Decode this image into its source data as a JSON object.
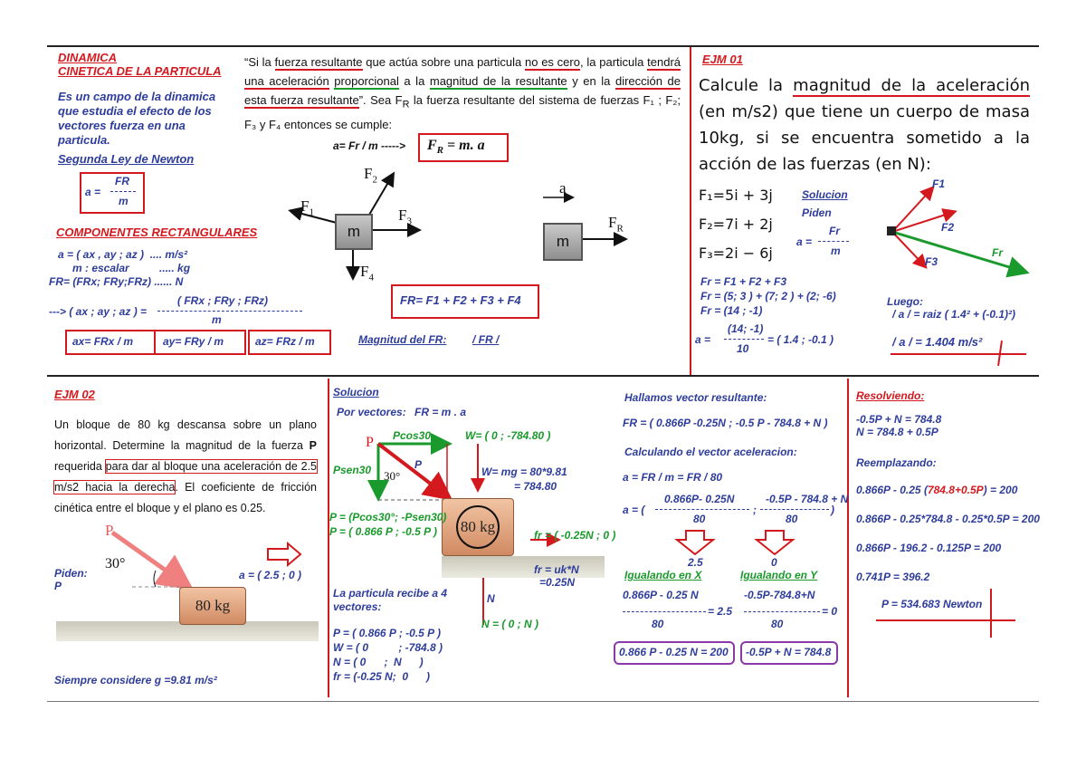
{
  "top": {
    "title1": "DINAMICA",
    "title2": "CINETICA DE LA PARTICULA",
    "desc": "Es un campo de la dinamica que estudia el efecto de los vectores fuerza en una particula.",
    "newton_title": "Segunda Ley de Newton",
    "newton_formula_num": "FR",
    "newton_formula_lhs": "a =",
    "newton_formula_den": "m",
    "comp_title": "COMPONENTES RECTANGULARES",
    "comp_line1": "a = ( ax , ay ; az )  .... m/s²",
    "comp_line2": "m : escalar          ..... kg",
    "comp_line3": "FR= (FRx; FRy;FRz) ...... N",
    "comp_line4_lhs": "---> ( ax ; ay ; az ) =",
    "comp_line4_num": "( FRx ; FRy ; FRz)",
    "comp_line4_den": "m",
    "ax": "ax= FRx / m",
    "ay": "ay= FRy / m",
    "az": "az= FRz / m",
    "quote_p1": "“Si la ",
    "quote_u1": "fuerza resultante",
    "quote_p2": " que actúa sobre una particula ",
    "quote_u2": "no es cero",
    "quote_p3": ", la particula ",
    "quote_u3": "tendrá una aceleración",
    "quote_p4": " ",
    "quote_u4": "proporcional",
    "quote_p5": " a la ",
    "quote_u5": "magnitud de la resultante",
    "quote_p6": " y en la ",
    "quote_u6": "dirección de esta fuerza resultante",
    "quote_p7": "”. Sea F",
    "quote_p7_sub": "R",
    "quote_p8": " la fuerza resultante del sistema de fuerzas F",
    "quote_p8_tail": "₁ ; F₂; F₃ y F₄ entonces se cumple:",
    "a_eq": "a= Fr / m ----->",
    "fr_eq": "F",
    "fr_eq_sub": "R",
    "fr_eq_rhs": " = m. a",
    "mass_label": "m",
    "f1": "F",
    "f1s": "1",
    "f2": "F",
    "f2s": "2",
    "f3": "F",
    "f3s": "3",
    "f4": "F",
    "f4s": "4",
    "a_vec": "a",
    "fr_vec": "F",
    "fr_vecs": "R",
    "sum_eq": "FR= F1 + F2 + F3 + F4",
    "mag_label": "Magnitud del FR:",
    "mag_value": "/ FR /"
  },
  "ejm01": {
    "title": "EJM 01",
    "text_p1": "Calcule la ",
    "text_u1": "magnitud de la aceleración",
    "text_p2": " (en m/s2) que tiene un cuerpo de masa 10kg, si se encuentra sometido a la acción de las fuerzas (en N):",
    "f1": "F₁=5i + 3j",
    "f2": "F₂=7i + 2j",
    "f3": "F₃=2i − 6j",
    "sol": "Solucion",
    "piden": "Piden",
    "piden_num": "Fr",
    "piden_lhs": "a =",
    "piden_den": "m",
    "vF1": "F1",
    "vF2": "F2",
    "vF3": "F3",
    "vFr": "Fr",
    "calc1": "Fr = F1 + F2 + F3",
    "calc2": "Fr = (5; 3 ) + (7; 2 ) + (2; -6)",
    "calc3": "Fr = (14 ; -1)",
    "calc4_lhs": "a =",
    "calc4_num": "(14; -1)",
    "calc4_den": "10",
    "calc4_rhs": "= ( 1.4 ; -0.1 )",
    "luego": "Luego:",
    "luego_eq": "/ a / = raiz ( 1.4² + (-0.1)²)",
    "result": "/ a / = 1.404   m/s²"
  },
  "ejm02": {
    "title": "EJM 02",
    "text_p1": "Un bloque de 80 kg descansa sobre un plano horizontal. Determine la magnitud de la fuerza ",
    "text_b": "P",
    "text_p2": " requerida ",
    "text_box1": "para dar al bloque una aceleración de 2.5",
    "text_box2": "m/s2 hacia la derecha",
    "text_p3": ". El coeficiente de fricción cinética entre el bloque y el plano es 0.25.",
    "P": "P",
    "angle": "30°",
    "block": "80 kg",
    "a_label": "a = ( 2.5 ; 0 )",
    "piden": "Piden:",
    "piden_val": "P",
    "note": "Siempre considere g =9.81 m/s²"
  },
  "sol": {
    "title": "Solucion",
    "by_vectors": "Por vectores:",
    "by_vectors_eq": "FR = m .  a",
    "pcos": "Pcos30",
    "psen": "Psen30",
    "P": "P",
    "P2": "P",
    "ang": "30°",
    "W": "W= ( 0 ; -784.80 )",
    "Wmg1": "W= mg = 80*9.81",
    "Wmg2": "= 784.80",
    "block": "80 kg",
    "Pvec1": "P = (Pcos30°; -Psen30)",
    "Pvec2": "P = ( 0.866 P ; -0.5 P )",
    "fr": "fr = ( -0.25N ; 0 )",
    "fr_uk1": "fr = uk*N",
    "fr_uk2": "=0.25N",
    "N": "N",
    "Nvec": "N = ( 0 ; N )",
    "recibe": "La particula recibe a 4 vectores:",
    "v1": "P = ( 0.866 P ; -0.5 P )",
    "v2": "W = ( 0          ; -784.8 )",
    "v3": "N = ( 0      ;  N      )",
    "v4": "fr = (-0.25 N;  0      )"
  },
  "res": {
    "title1": "Hallamos vector resultante:",
    "fr_eq": "FR = ( 0.866P -0.25N  ; -0.5 P - 784.8 + N )",
    "title2": "Calculando el vector aceleracion:",
    "a_eq1": "a = FR / m = FR / 80",
    "a_lhs": "a = (",
    "a_num1": "0.866P- 0.25N",
    "a_den1": "80",
    "a_sep": ";",
    "a_num2": "-0.5P - 784.8 + N",
    "a_den2": "80",
    "a_end": ")",
    "val1": "2.5",
    "val2": "0",
    "igx": "Igualando en X",
    "igy": "Igualando en Y",
    "x_num": "0.866P - 0.25 N",
    "x_rhs": "= 2.5",
    "x_den": "80",
    "y_num": "-0.5P-784.8+N",
    "y_rhs": "= 0",
    "y_den": "80",
    "box1": "0.866 P - 0.25 N = 200",
    "box2": "-0.5P + N = 784.8"
  },
  "resolv": {
    "title": "Resolviendo:",
    "l1": "-0.5P + N = 784.8",
    "l2": "N = 784.8 + 0.5P",
    "reemp": "Reemplazando:",
    "e1a": "0.866P - 0.25 (",
    "e1b": "784.8+0.5P",
    "e1c": ") = 200",
    "e2": "0.866P - 0.25*784.8 - 0.25*0.5P = 200",
    "e3": "0.866P - 196.2 - 0.125P = 200",
    "e4": "0.741P = 396.2",
    "final": "P = 534.683 Newton"
  }
}
